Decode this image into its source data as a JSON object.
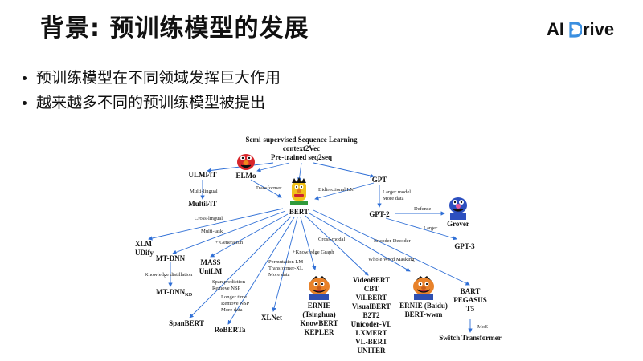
{
  "title": "背景: 预训练模型的发展",
  "logo": {
    "ai": "AI",
    "rive": "rive"
  },
  "bullets": [
    "预训练模型在不同领域发挥巨大作用",
    "越来越多不同的预训练模型被提出"
  ],
  "diagram": {
    "root": [
      "Semi-supervised Sequence Learning",
      "context2Vec",
      "Pre-trained seq2seq"
    ],
    "nodes": {
      "ulmfit": "ULMFiT",
      "elmo": "ELMo",
      "gpt": "GPT",
      "multifit": "MultiFiT",
      "bert": "BERT",
      "gpt2": "GPT-2",
      "grover": "Grover",
      "gpt3": "GPT-3",
      "xlm": "XLM",
      "udify": "UDify",
      "mtdnn": "MT-DNN",
      "mtdnnkd": "MT-DNN",
      "mtdnnkd_sub": "KD",
      "mass": "MASS",
      "unilm": "UniLM",
      "spanbert": "SpanBERT",
      "roberta": "RoBERTa",
      "xlnet": "XLNet",
      "ernie_t": [
        "ERNIE",
        "(Tsinghua)",
        "KnowBERT",
        "KEPLER"
      ],
      "videobert": [
        "VideoBERT",
        "CBT",
        "ViLBERT",
        "VisualBERT",
        "B2T2",
        "Unicoder-VL",
        "LXMERT",
        "VL-BERT",
        "UNITER"
      ],
      "ernie_b": [
        "ERNIE (Baidu)",
        "BERT-wwm"
      ],
      "bart": [
        "BART",
        "PEGASUS",
        "T5"
      ],
      "switch": "Switch Transformer"
    },
    "edges": {
      "transformer": "Transformer",
      "bidirectional": "Bidirectional LM",
      "multilingual": "Multi-lingual",
      "larger": [
        "Larger model",
        "More data"
      ],
      "defense": "Defense",
      "larger2": "Larger",
      "crosslingual": "Cross-lingual",
      "multitask": "Multi-task",
      "generation": "+ Generation",
      "kd": "Knowledge distillation",
      "span": [
        "Span prediction",
        "Remove NSP"
      ],
      "longer": [
        "Longer time",
        "Remove NSP",
        "More data"
      ],
      "perm": [
        "Permutation LM",
        "Transformer-XL",
        "More data"
      ],
      "kg": "+Knowledge Graph",
      "crossmodal": "Cross-modal",
      "wwm": "Whole Word Masking",
      "encdec": "Encoder-Decoder",
      "moe": "MoE"
    }
  },
  "colors": {
    "edge": "#2f6fd6",
    "logo_accent": "#3b8fe0"
  }
}
